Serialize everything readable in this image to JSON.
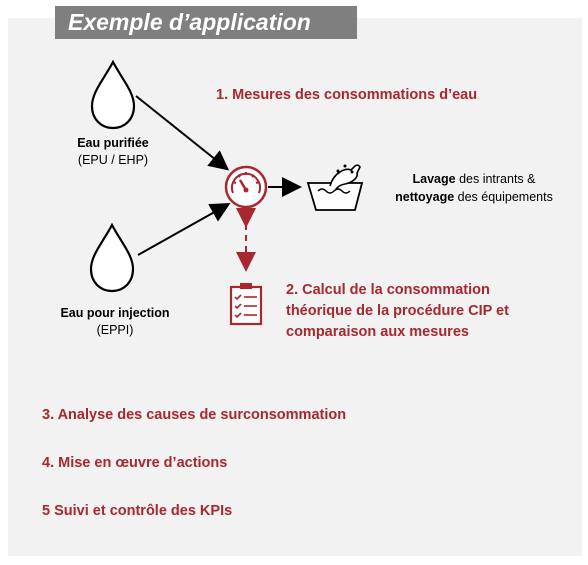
{
  "header": {
    "title": "Exemple d’application"
  },
  "inputs": [
    {
      "name": "Eau purifiée",
      "code": "(EPU / EHP)",
      "icon": "water-drop-icon"
    },
    {
      "name": "Eau pour injection",
      "code": "(EPPI)",
      "icon": "water-drop-icon"
    }
  ],
  "output": {
    "icon": "hand-washing-basin-icon",
    "bold1": "Lavage",
    "text1": " des intrants &",
    "bold2": "nettoyage",
    "text2": " des équipements"
  },
  "meter": {
    "icon": "gauge-meter-icon"
  },
  "checklist": {
    "icon": "checklist-icon"
  },
  "steps": [
    {
      "text": "1. Mesures des consommations d’eau"
    },
    {
      "lines": [
        "2. Calcul de la consommation",
        "théorique de la procédure CIP et",
        "comparaison aux mesures"
      ]
    },
    {
      "text": "3. Analyse des causes de surconsommation"
    },
    {
      "text": "4. Mise en œuvre d’actions"
    },
    {
      "text": "5 Suivi et contrôle des KPIs"
    }
  ],
  "colors": {
    "accent": "#a9272e",
    "panel": "#f2f2f2",
    "title_bar": "#7f7f7f"
  }
}
